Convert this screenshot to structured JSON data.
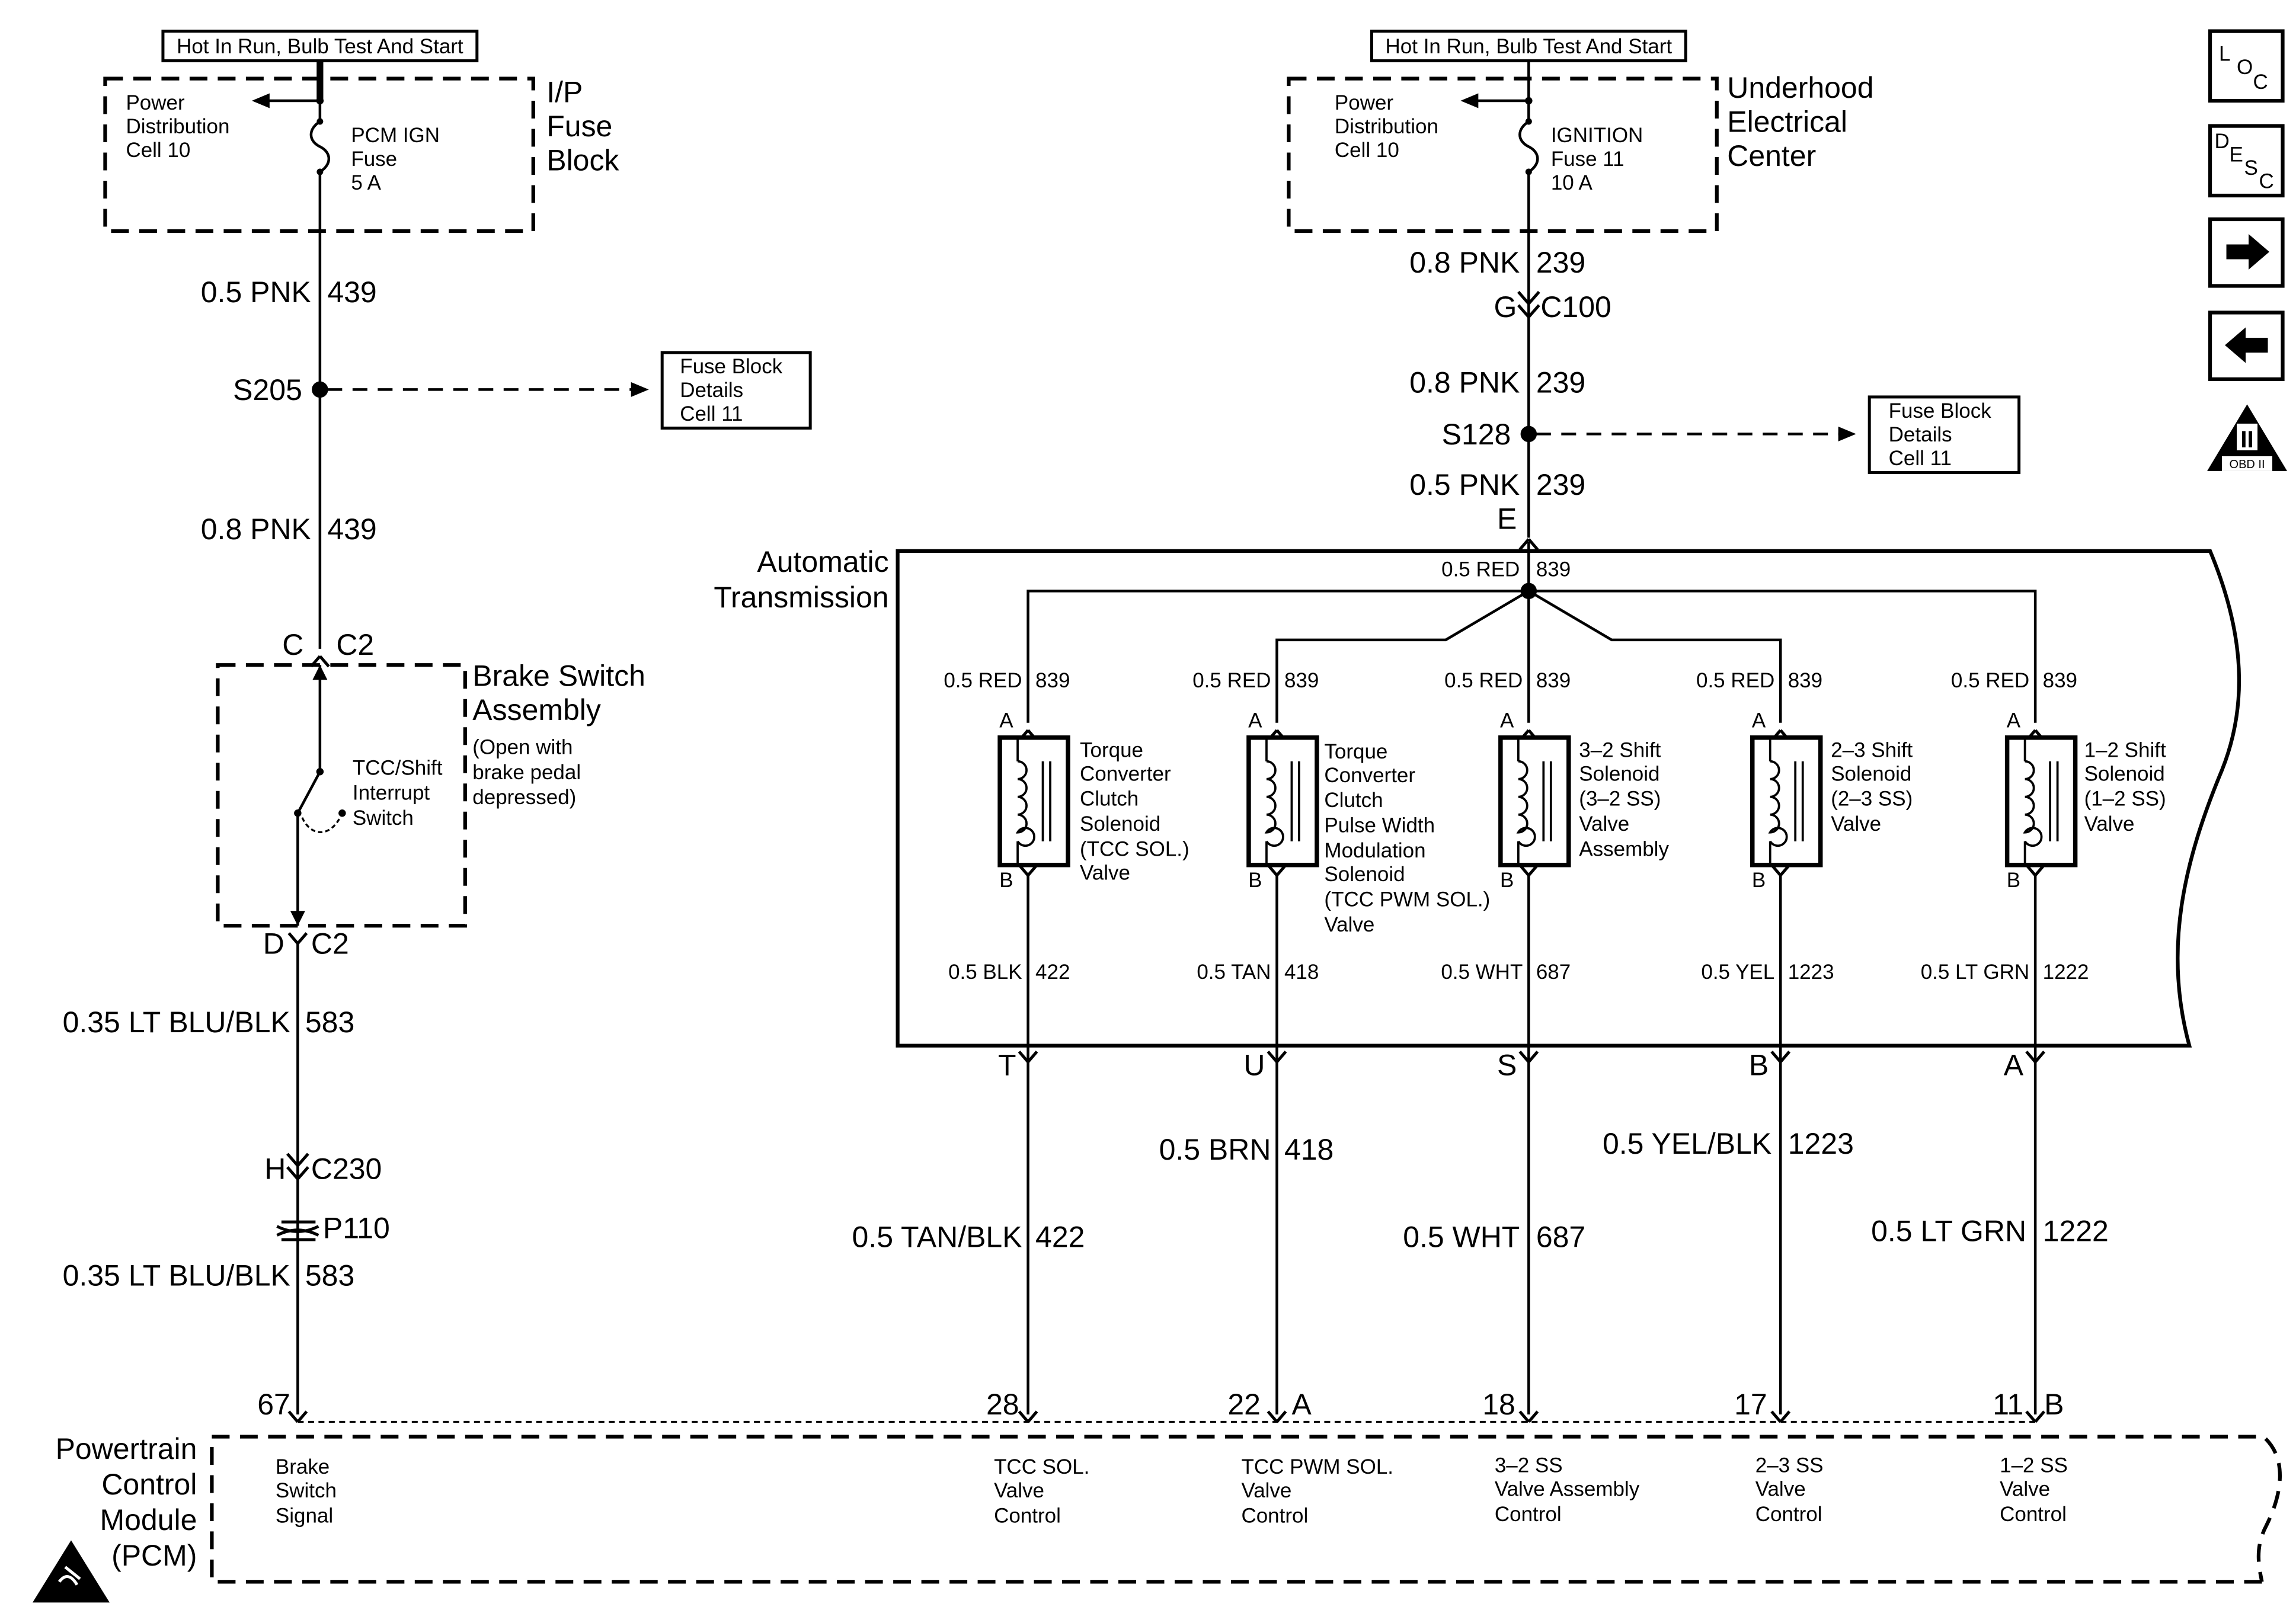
{
  "power_left": {
    "header": "Hot In Run, Bulb Test And Start",
    "block_name": [
      "I/P",
      "Fuse",
      "Block"
    ],
    "pd_ref": [
      "Power",
      "Distribution",
      "Cell 10"
    ],
    "fuse": [
      "PCM IGN",
      "Fuse",
      "5 A"
    ]
  },
  "power_right": {
    "header": "Hot In Run, Bulb Test And Start",
    "block_name": [
      "Underhood",
      "Electrical",
      "Center"
    ],
    "pd_ref": [
      "Power",
      "Distribution",
      "Cell 10"
    ],
    "fuse": [
      "IGNITION",
      "Fuse 11",
      "10 A"
    ]
  },
  "left_circuit": {
    "wire1_size": "0.5 PNK",
    "wire1_num": "439",
    "splice": "S205",
    "wire2_size": "0.8 PNK",
    "wire2_num": "439",
    "conn_top_pin": "C",
    "conn_top_name": "C2",
    "brake_switch": [
      "Brake Switch",
      "Assembly"
    ],
    "brake_switch_note": [
      "(Open with",
      "brake pedal",
      "depressed)"
    ],
    "switch_label": [
      "TCC/Shift",
      "Interrupt",
      "Switch"
    ],
    "conn_bot_pin": "D",
    "conn_bot_name": "C2",
    "wire3_size": "0.35 LT BLU/BLK",
    "wire3_num": "583",
    "conn_c230_pin": "H",
    "conn_c230_name": "C230",
    "p110": "P110",
    "wire4_size": "0.35 LT BLU/BLK",
    "wire4_num": "583"
  },
  "fuse_block_ref_left": [
    "Fuse Block",
    "Details",
    "Cell 11"
  ],
  "fuse_block_ref_right": [
    "Fuse Block",
    "Details",
    "Cell 11"
  ],
  "right_circuit": {
    "wire1_size": "0.8 PNK",
    "wire1_num": "239",
    "c100_pin": "G",
    "c100_name": "C100",
    "wire2_size": "0.8 PNK",
    "wire2_num": "239",
    "splice": "S128",
    "wire3_size": "0.5 PNK",
    "wire3_num": "239",
    "trans_pin": "E"
  },
  "transmission": {
    "name": [
      "Automatic",
      "Transmission"
    ],
    "bus_size": "0.5 RED",
    "bus_num": "839"
  },
  "solenoids": [
    {
      "top_size": "0.5 RED",
      "top_num": "839",
      "pin_a": "A",
      "pin_b": "B",
      "label": [
        "Torque",
        "Converter",
        "Clutch",
        "Solenoid",
        "(TCC SOL.)",
        "Valve"
      ],
      "bot_size": "0.5 BLK",
      "bot_num": "422",
      "conn_pin": "T",
      "ext_size": "0.5 TAN/BLK",
      "ext_num": "422",
      "pcm_pin": "28",
      "pcm_label": [
        "TCC SOL.",
        "Valve",
        "Control"
      ]
    },
    {
      "top_size": "0.5 RED",
      "top_num": "839",
      "pin_a": "A",
      "pin_b": "B",
      "label": [
        "Torque",
        "Converter",
        "Clutch",
        "Pulse Width",
        "Modulation",
        "Solenoid",
        "(TCC PWM SOL.)",
        "Valve"
      ],
      "bot_size": "0.5 TAN",
      "bot_num": "418",
      "conn_pin": "U",
      "ext_size": "0.5 BRN",
      "ext_num": "418",
      "pcm_pin": "22",
      "pcm_conn": "A",
      "pcm_label": [
        "TCC PWM SOL.",
        "Valve",
        "Control"
      ]
    },
    {
      "top_size": "0.5 RED",
      "top_num": "839",
      "pin_a": "A",
      "pin_b": "B",
      "label": [
        "3–2 Shift",
        "Solenoid",
        "(3–2 SS)",
        "Valve",
        "Assembly"
      ],
      "bot_size": "0.5 WHT",
      "bot_num": "687",
      "conn_pin": "S",
      "ext_size": "0.5 WHT",
      "ext_num": "687",
      "pcm_pin": "18",
      "pcm_label": [
        "3–2 SS",
        "Valve Assembly",
        "Control"
      ]
    },
    {
      "top_size": "0.5 RED",
      "top_num": "839",
      "pin_a": "A",
      "pin_b": "B",
      "label": [
        "2–3 Shift",
        "Solenoid",
        "(2–3 SS)",
        "Valve"
      ],
      "bot_size": "0.5 YEL",
      "bot_num": "1223",
      "conn_pin": "B",
      "ext_size": "0.5 YEL/BLK",
      "ext_num": "1223",
      "pcm_pin": "17",
      "pcm_label": [
        "2–3 SS",
        "Valve",
        "Control"
      ]
    },
    {
      "top_size": "0.5 RED",
      "top_num": "839",
      "pin_a": "A",
      "pin_b": "B",
      "label": [
        "1–2 Shift",
        "Solenoid",
        "(1–2 SS)",
        "Valve"
      ],
      "bot_size": "0.5 LT GRN",
      "bot_num": "1222",
      "conn_pin": "A",
      "ext_size": "0.5 LT GRN",
      "ext_num": "1222",
      "pcm_pin": "11",
      "pcm_conn": "B",
      "pcm_label": [
        "1–2 SS",
        "Valve",
        "Control"
      ]
    }
  ],
  "pcm": {
    "name": [
      "Powertrain",
      "Control",
      "Module",
      "(PCM)"
    ],
    "brake_pin": "67",
    "brake_label": [
      "Brake",
      "Switch",
      "Signal"
    ]
  },
  "nav_icons": {
    "loc": [
      "L",
      "O",
      "C"
    ],
    "desc": [
      "D",
      "E",
      "S",
      "C"
    ],
    "obd": "OBD II",
    "obd_numeral": "II"
  }
}
